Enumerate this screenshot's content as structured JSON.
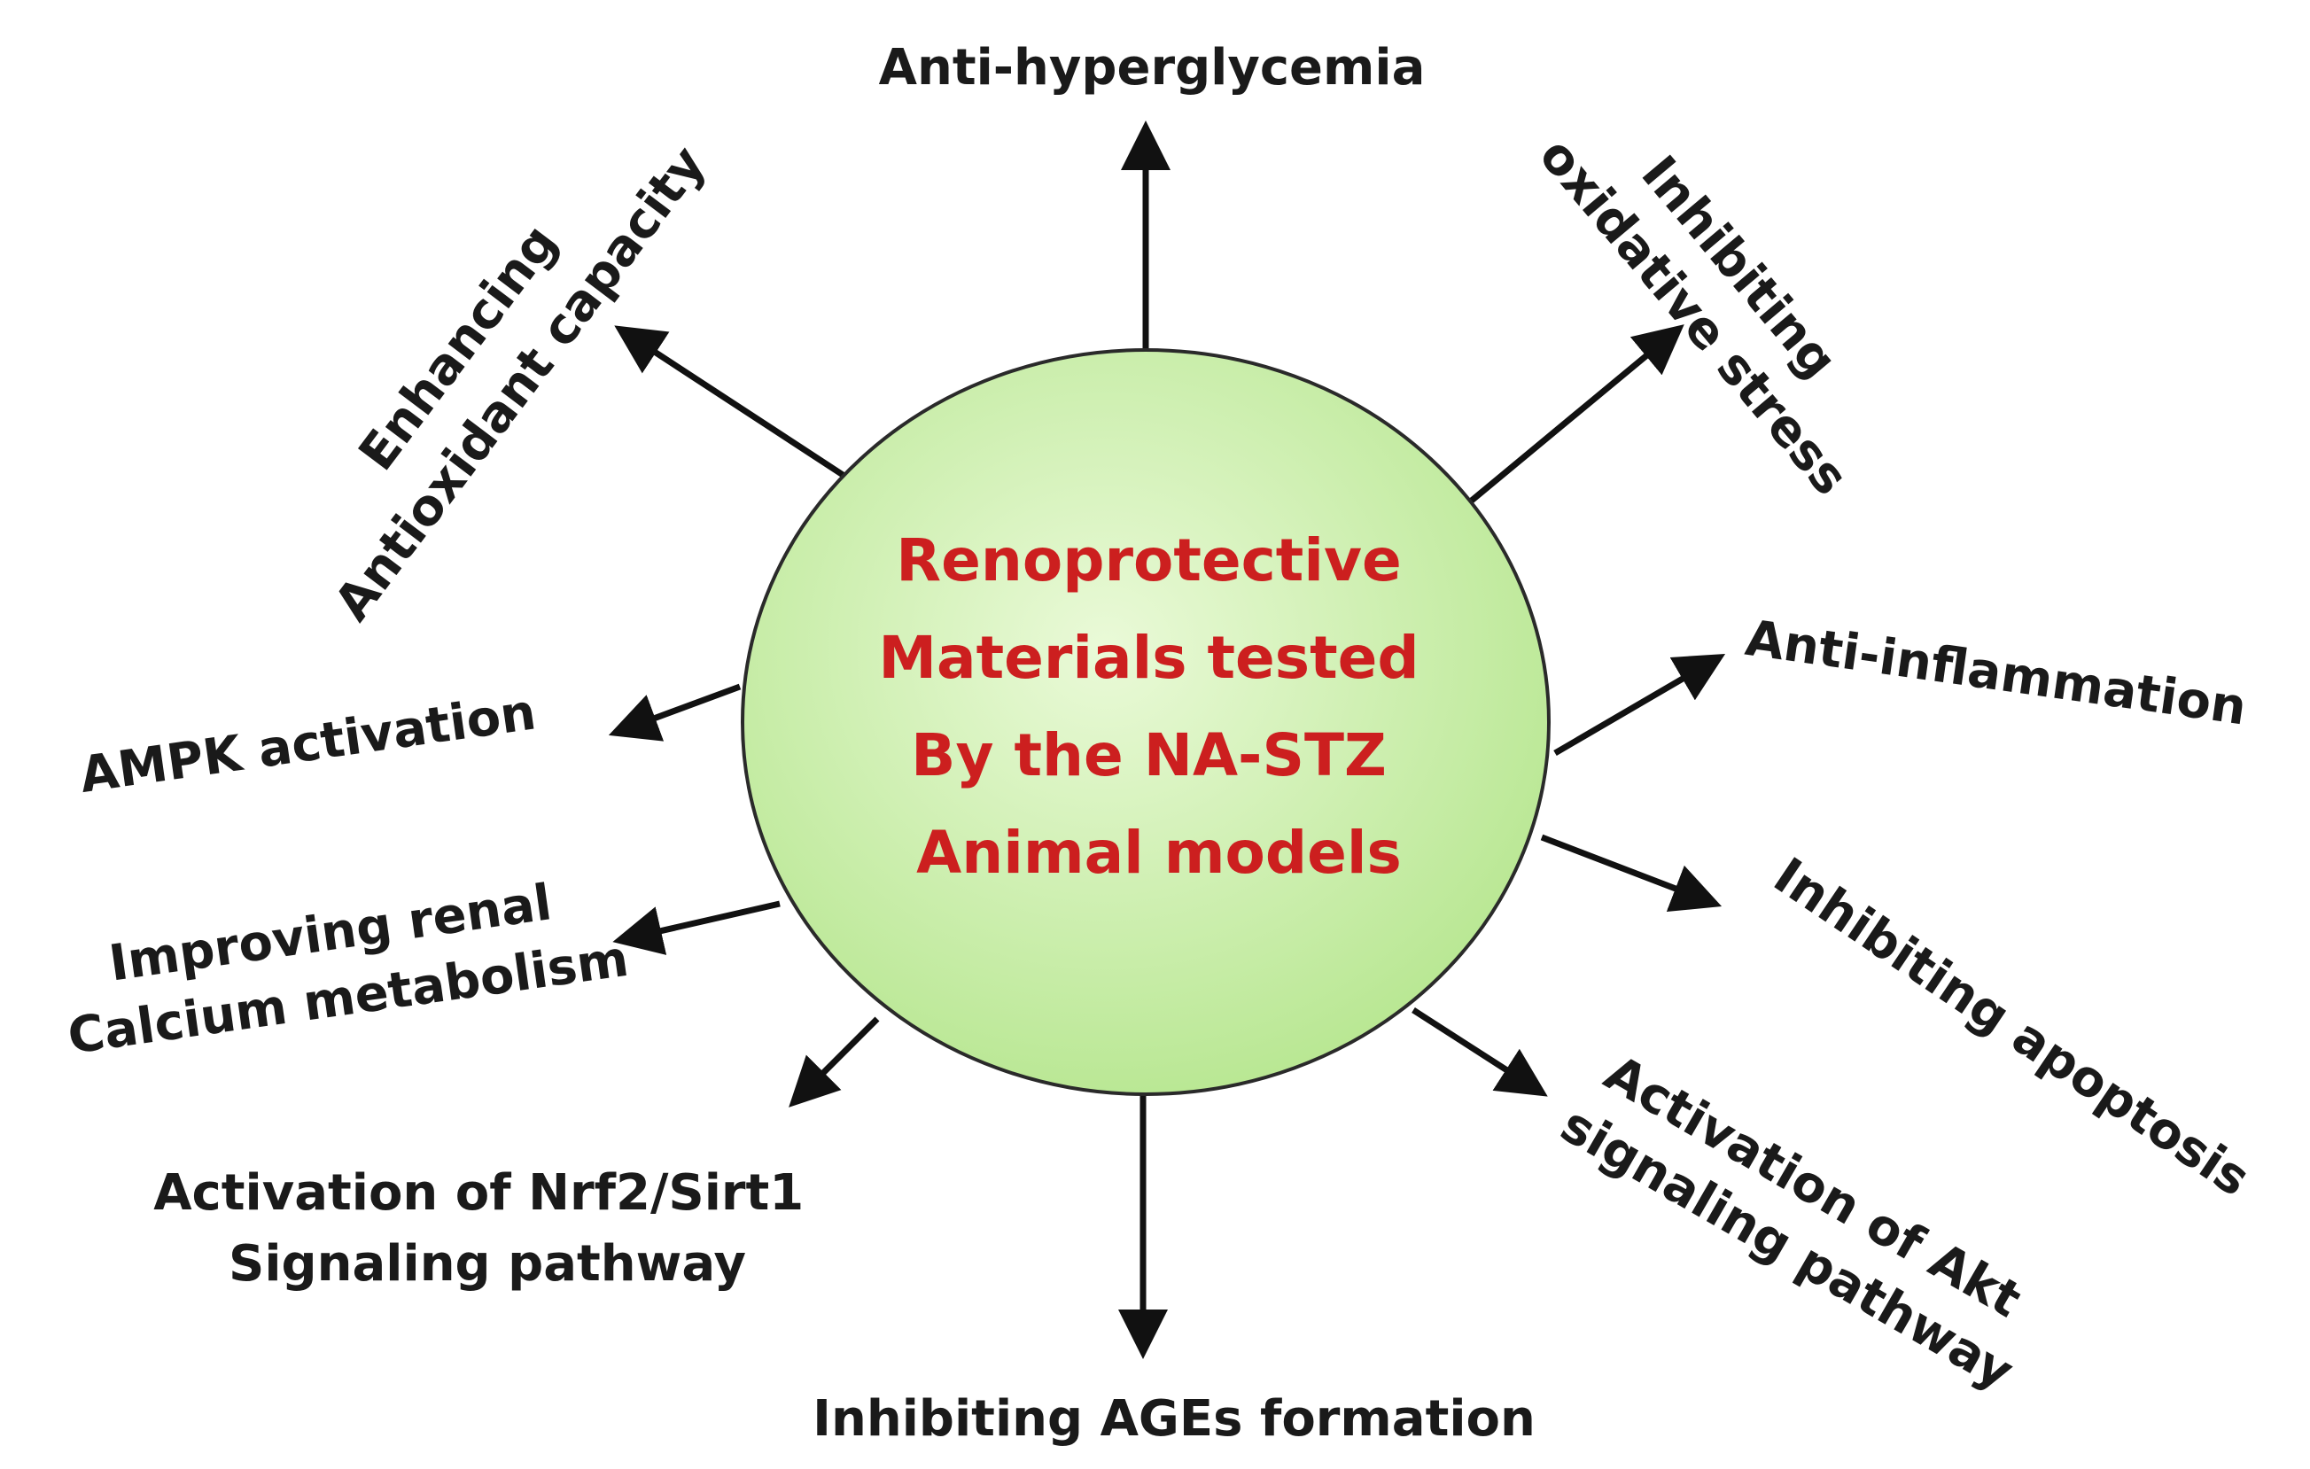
{
  "colors": {
    "center_text": "#cc1f1f",
    "circle_fill_inner": "#eafad8",
    "circle_fill_outer": "#b6e68f",
    "circle_stroke": "#2a2a2a",
    "label_text": "#1a1a1a",
    "arrow": "#111111"
  },
  "center": {
    "lines": [
      "Renoprotective",
      "Materials tested",
      "By the NA-STZ",
      "Animal models"
    ]
  },
  "mechanisms": {
    "anti_hyperglycemia": [
      "Anti-hyperglycemia"
    ],
    "inhibiting_oxidative_stress": [
      "Inhibiting",
      "oxidative stress"
    ],
    "anti_inflammation": [
      "Anti-inflammation"
    ],
    "inhibiting_apoptosis": [
      "Inhibiting apoptosis"
    ],
    "akt_activation": [
      "Activation of Akt",
      "signaling pathway"
    ],
    "inhibiting_ages": [
      "Inhibiting AGEs formation"
    ],
    "nrf2_sirt1": [
      "Activation of Nrf2/Sirt1",
      "Signaling pathway"
    ],
    "renal_calcium": [
      "Improving renal",
      "Calcium metabolism"
    ],
    "ampk_activation": [
      "AMPK activation"
    ],
    "antioxidant_capacity": [
      "Enhancing",
      "Antioxidant capacity"
    ]
  }
}
